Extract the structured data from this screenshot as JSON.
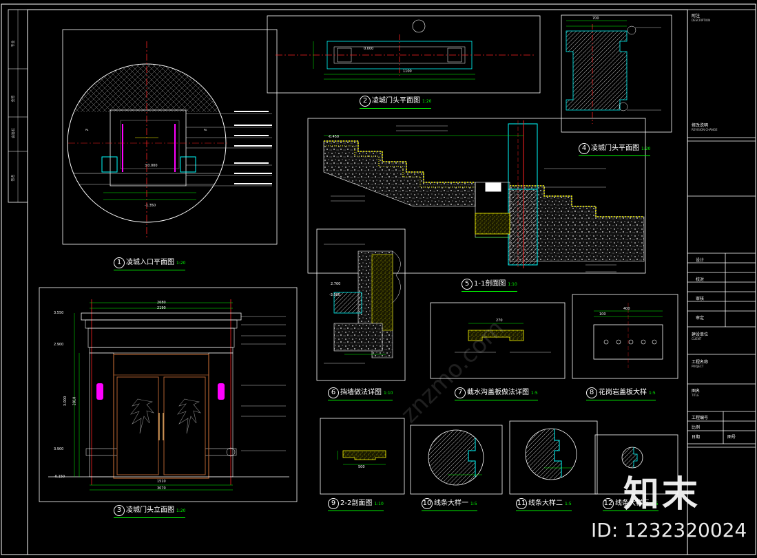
{
  "panels": [
    {
      "id": "1",
      "title": "凌城入口平面图",
      "scale": "1:20"
    },
    {
      "id": "2",
      "title": "凌城门头平面图",
      "scale": "1:20"
    },
    {
      "id": "3",
      "title": "凌城门头立面图",
      "scale": "1:20"
    },
    {
      "id": "4",
      "title": "凌城门头平面图",
      "scale": "1:20"
    },
    {
      "id": "5",
      "title": "1-1剖面图",
      "scale": "1:10"
    },
    {
      "id": "6",
      "title": "挡墙做法详图",
      "scale": "1:10"
    },
    {
      "id": "7",
      "title": "截水沟盖板做法详图",
      "scale": "1:5"
    },
    {
      "id": "8",
      "title": "花岗岩盖板大样",
      "scale": "1:5"
    },
    {
      "id": "9",
      "title": "2-2剖面图",
      "scale": "1:10"
    },
    {
      "id": "10",
      "title": "线条大样一",
      "scale": "1:5"
    },
    {
      "id": "11",
      "title": "线条大样二",
      "scale": "1:5"
    },
    {
      "id": "12",
      "title": "线条大样三",
      "scale": "1:5"
    }
  ],
  "titleblock": {
    "notes": "附注",
    "notes_en": "DESCRIPTION",
    "revision": "修改说明",
    "revision_en": "REVISION CHANGE",
    "design": "设计",
    "check": "校对",
    "audit": "审核",
    "approve": "审定",
    "client": "建设单位",
    "client_en": "CLIENT",
    "project": "工程名称",
    "project_en": "PROJECT",
    "drawing": "图名",
    "drawing_en": "TITLE",
    "dwg_no": "工程编号",
    "scale": "比例",
    "date": "日期",
    "sheet": "图号"
  },
  "left_strip": [
    "专业",
    "会签",
    "会签栏",
    "签名"
  ],
  "dims": {
    "d2680": "2680",
    "d2190": "2190",
    "d3070": "3070",
    "d1510": "1510",
    "d400": "400",
    "d700": "700",
    "d100": "100",
    "d1100": "1100",
    "d270": "270",
    "d2810": "2810",
    "d500": "500",
    "l0": "±0.000",
    "l1": "-0.450",
    "l2": "-1.350",
    "l3": "3.550",
    "l4": "2.900",
    "l5": "-0.150",
    "l6": "3.000",
    "l7": "-3.900",
    "l8": "0.000",
    "l9": "3.900",
    "l10": "2.700"
  },
  "watermark": {
    "brand": "知末",
    "site": "znzmo.com",
    "id": "ID: 1232320024"
  },
  "colors": {
    "line": "#ffffff",
    "green": "#00ff00",
    "red": "#ff2020",
    "cyan": "#00ffff",
    "magenta": "#ff00ff",
    "yellow": "#ffff00",
    "brown": "#b06030"
  }
}
